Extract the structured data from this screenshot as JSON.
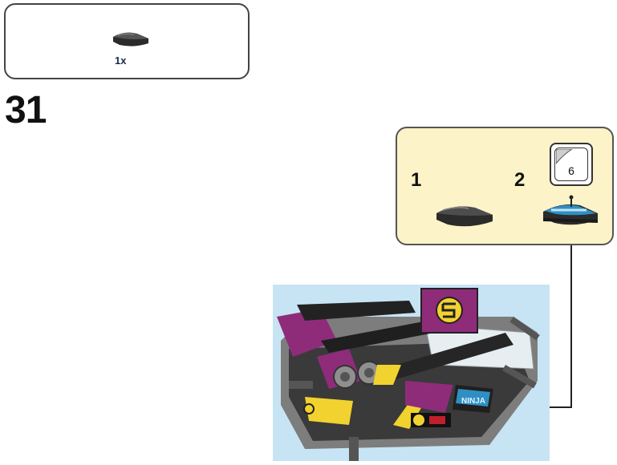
{
  "parts_list": {
    "quantity": "1x",
    "piece_icon": "curved-slope-tile-black"
  },
  "step": {
    "number": "31"
  },
  "sub_assembly": {
    "steps": [
      {
        "number": "1",
        "piece_icon": "curved-slope-tile-black"
      },
      {
        "number": "2",
        "piece_icon": "curved-slope-tile-with-sticker"
      }
    ],
    "sticker_number": "6"
  },
  "model": {
    "sticker_label": "NINJA"
  },
  "colors": {
    "callout_fill": "#fdf3c8",
    "background_panel": "#c7e4f4",
    "magenta": "#8e2c7a",
    "black": "#222222",
    "yellow": "#f2d22e"
  }
}
